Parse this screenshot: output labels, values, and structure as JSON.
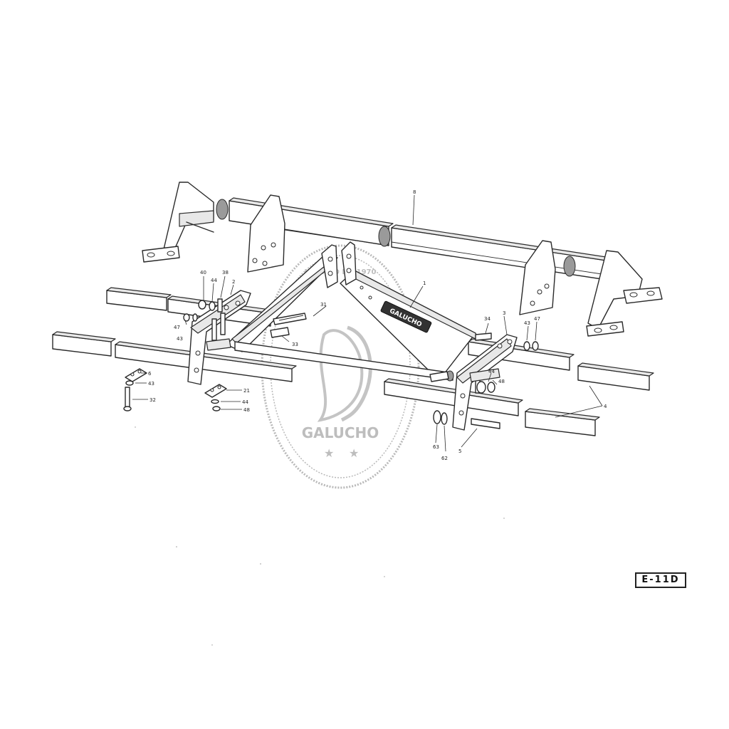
{
  "diagram": {
    "code": "E-11D",
    "watermark": {
      "brand": "GALUCHO",
      "arc_text": "UNDADO EM 1970"
    },
    "part_brand_label": "GALUCHO",
    "part_numbers": [
      {
        "id": "p8",
        "label": "8"
      },
      {
        "id": "p1",
        "label": "1"
      },
      {
        "id": "p40",
        "label": "40"
      },
      {
        "id": "p44a",
        "label": "44"
      },
      {
        "id": "p38",
        "label": "38"
      },
      {
        "id": "p2",
        "label": "2"
      },
      {
        "id": "p47a",
        "label": "47"
      },
      {
        "id": "p43a",
        "label": "43"
      },
      {
        "id": "p31",
        "label": "31"
      },
      {
        "id": "p33",
        "label": "33"
      },
      {
        "id": "p34",
        "label": "34"
      },
      {
        "id": "p3",
        "label": "3"
      },
      {
        "id": "p43b",
        "label": "43"
      },
      {
        "id": "p47b",
        "label": "47"
      },
      {
        "id": "p44b",
        "label": "44"
      },
      {
        "id": "p48a",
        "label": "48"
      },
      {
        "id": "p6",
        "label": "6"
      },
      {
        "id": "p43c",
        "label": "43"
      },
      {
        "id": "p32",
        "label": "32"
      },
      {
        "id": "p21",
        "label": "21"
      },
      {
        "id": "p44c",
        "label": "44"
      },
      {
        "id": "p48b",
        "label": "48"
      },
      {
        "id": "p4",
        "label": "4"
      },
      {
        "id": "p63",
        "label": "63"
      },
      {
        "id": "p62",
        "label": "62"
      },
      {
        "id": "p5",
        "label": "5"
      }
    ]
  }
}
